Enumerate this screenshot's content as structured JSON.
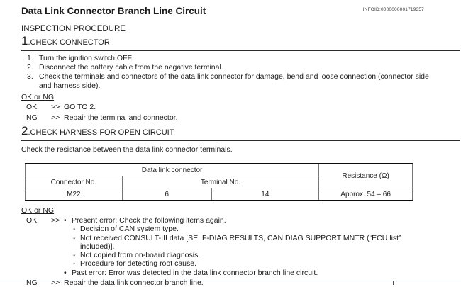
{
  "header": {
    "title": "Data Link Connector Branch Line Circuit",
    "infoid": "INFOID:0000000001719357"
  },
  "section_heading": "INSPECTION PROCEDURE",
  "step1": {
    "number": "1",
    "title": ".CHECK CONNECTOR",
    "items": [
      {
        "num": "1.",
        "text": "Turn the ignition switch OFF."
      },
      {
        "num": "2.",
        "text": "Disconnect the battery cable from the negative terminal."
      },
      {
        "num": "3.",
        "text": "Check the terminals and connectors of the data link connector for damage, bend and loose connection (connector side and harness side)."
      }
    ],
    "ok_or_ng": "OK or NG",
    "ok": {
      "label": "OK",
      "arrow": ">>",
      "text": "GO TO 2."
    },
    "ng": {
      "label": "NG",
      "arrow": ">>",
      "text": "Repair the terminal and connector."
    }
  },
  "step2": {
    "number": "2",
    "title": ".CHECK HARNESS FOR OPEN CIRCUIT",
    "instruction": "Check the resistance between the data link connector terminals.",
    "table": {
      "group_header": "Data link connector",
      "resistance_header": "Resistance (Ω)",
      "connector_no_header": "Connector No.",
      "terminal_no_header": "Terminal No.",
      "connector_no": "M22",
      "terminal_1": "6",
      "terminal_2": "14",
      "resistance": "Approx. 54 – 66"
    },
    "ok_or_ng": "OK or NG",
    "ok_label": "OK",
    "ng_label": "NG",
    "arrow": ">>",
    "ok_items": [
      {
        "marker": "•",
        "text": "Present error: Check the following items again."
      },
      {
        "marker": "-",
        "text": "Decision of CAN system type."
      },
      {
        "marker": "-",
        "text": "Not received CONSULT-III data [SELF-DIAG RESULTS, CAN DIAG SUPPORT MNTR (“ECU list” included)]."
      },
      {
        "marker": "-",
        "text": "Not copied from on-board diagnosis."
      },
      {
        "marker": "-",
        "text": "Procedure for detecting root cause."
      },
      {
        "marker": "•",
        "text": "Past error: Error was detected in the data link connector branch line circuit."
      }
    ],
    "ng_text": "Repair the data link connector branch line."
  }
}
